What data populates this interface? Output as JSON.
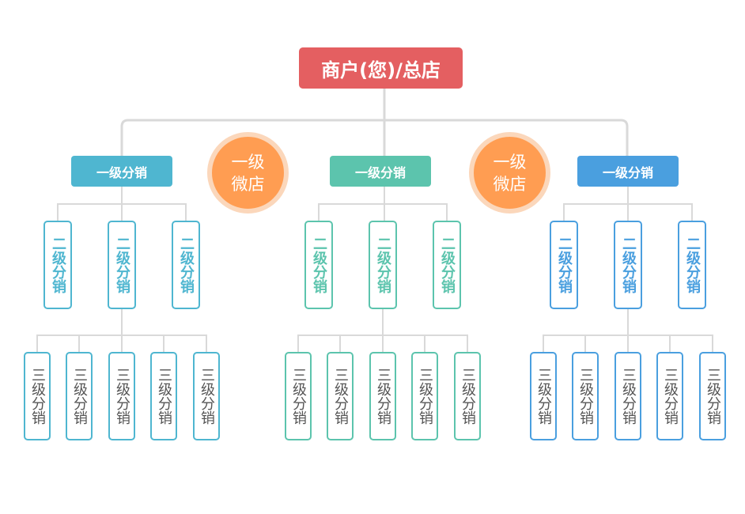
{
  "diagram": {
    "root_label": "商户(您)/总店",
    "branches": [
      {
        "level1_label": "一级分销",
        "level2_labels": [
          "二级分销",
          "二级分销",
          "二级分销"
        ],
        "level3_labels": [
          "三级分销",
          "三级分销",
          "三级分销",
          "三级分销",
          "三级分销"
        ]
      },
      {
        "level1_label": "一级分销",
        "level2_labels": [
          "二级分销",
          "二级分销",
          "二级分销"
        ],
        "level3_labels": [
          "三级分销",
          "三级分销",
          "三级分销",
          "三级分销",
          "三级分销"
        ]
      },
      {
        "level1_label": "一级分销",
        "level2_labels": [
          "二级分销",
          "二级分销",
          "二级分销"
        ],
        "level3_labels": [
          "三级分销",
          "三级分销",
          "三级分销",
          "三级分销",
          "三级分销"
        ]
      }
    ],
    "badges": [
      {
        "line1": "一级",
        "line2": "微店"
      },
      {
        "line1": "一级",
        "line2": "微店"
      }
    ],
    "colors": {
      "root": "#e45f61",
      "branch": [
        "#4fb6d0",
        "#5cc4ad",
        "#4a9fdf"
      ],
      "badge": "#ff9d52",
      "badge_ring": "#fbd7bb",
      "connector": "#d9d9d9",
      "level3_text": "#555555"
    }
  }
}
